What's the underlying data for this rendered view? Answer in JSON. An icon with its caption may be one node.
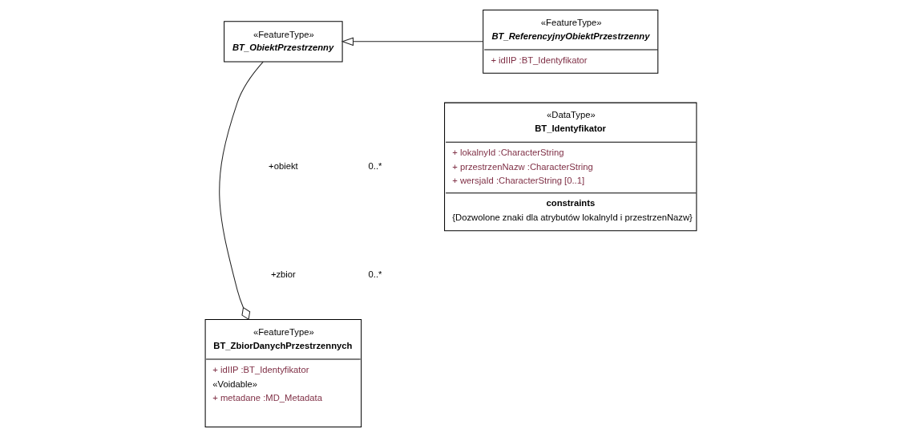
{
  "diagram": {
    "nodes": [
      {
        "text": [
          "«FeatureType»",
          "BT_ObiektPrzestrzenny"
        ]
      },
      {
        "text": [
          "«FeatureType»",
          "BT_ReferencyjnyObiektPrzestrzenny",
          "+ idIIP :BT_Identyfikator"
        ]
      },
      {
        "text": [
          "«FeatureType»",
          "BT_ZbiorDanychPrzestrzennych",
          "+ idIIP :BT_Identyfikator",
          "«Voidable»",
          "+ metadane :MD_Metadata"
        ]
      },
      {
        "text": [
          "«DataType»",
          "BT_Identyfikator",
          "+ lokalnyId :CharacterString",
          "+ przestrzenNazw :CharacterString",
          "+ wersjaId :CharacterString [0..1]",
          "constraints",
          "{Dozwolone znaki dla atrybutów lokalnyId i przestrzenNazw}"
        ]
      }
    ],
    "edges": [
      {
        "from": 1,
        "to": 0,
        "arrow": "to"
      },
      {
        "from": 0,
        "to": 2,
        "arrow": "other"
      }
    ],
    "labels": [
      "+obiekt",
      "0..*",
      "+zbior",
      "0..*"
    ]
  }
}
